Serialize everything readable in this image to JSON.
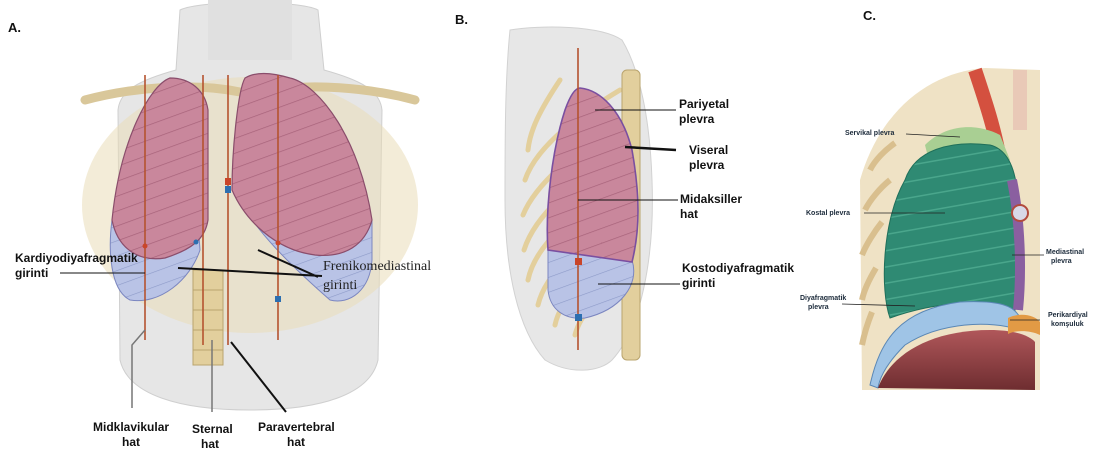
{
  "panels": {
    "a": {
      "letter": "A.",
      "labels": {
        "kardiyo_1": "Kardiyodiyafragmatik",
        "kardiyo_2": "girinti",
        "freniko_1": "Frenikomediastinal",
        "freniko_2": "girinti",
        "midkla_1": "Midklavikular",
        "midkla_2": "hat",
        "sternal_1": "Sternal",
        "sternal_2": "hat",
        "parav_1": "Paravertebral",
        "parav_2": "hat"
      }
    },
    "b": {
      "letter": "B.",
      "labels": {
        "pariyetal_1": "Pariyetal",
        "pariyetal_2": "plevra",
        "viseral_1": "Viseral",
        "viseral_2": "plevra",
        "midaks_1": "Midaksiller",
        "midaks_2": "hat",
        "kosto_1": "Kostodiyafragmatik",
        "kosto_2": "girinti"
      }
    },
    "c": {
      "letter": "C.",
      "labels": {
        "servikal": "Servikal plevra",
        "kostal": "Kostal plevra",
        "mediast_1": "Mediastinal",
        "mediast_2": "plevra",
        "diyaf_1": "Diyafragmatik",
        "diyaf_2": "plevra",
        "perik_1": "Perikardiyal",
        "perik_2": "komşuluk"
      }
    }
  },
  "colors": {
    "lung_pink": "#c9879c",
    "recess_blue": "#b9c3e6",
    "skin": "#e6e6e6",
    "rib": "#e3cf9c",
    "guide_line": "#b5532f",
    "pleura_green": "#2f8a73"
  }
}
